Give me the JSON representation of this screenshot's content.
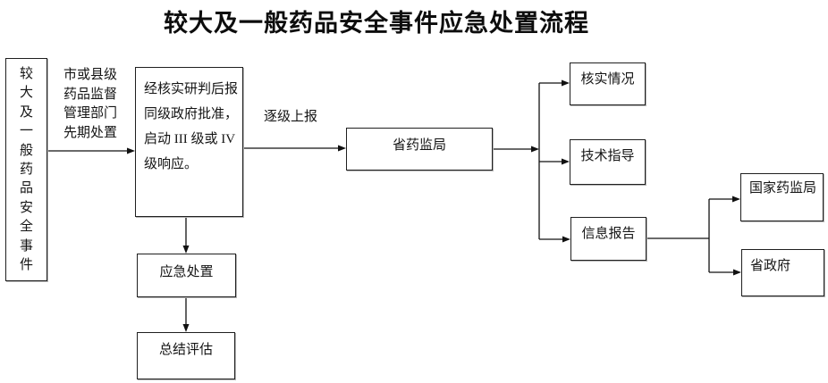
{
  "title": "较大及一般药品安全事件应急处置流程",
  "nodes": {
    "event": {
      "label": "较大及一般药品安全事件"
    },
    "approval": {
      "label": "经核实研判后报\n同级政府批准，\n启动 III 级或 IV\n级响应。"
    },
    "provincial_bureau": {
      "label": "省药监局"
    },
    "verify": {
      "label": "核实情况"
    },
    "guidance": {
      "label": "技术指导"
    },
    "report": {
      "label": "信息报告"
    },
    "national_bureau": {
      "label": "国家药监局"
    },
    "provincial_gov": {
      "label": "省政府"
    },
    "emergency": {
      "label": "应急处置"
    },
    "summary": {
      "label": "总结评估"
    }
  },
  "edge_labels": {
    "initial_disposal": "市或县级\n药品监督\n管理部门\n先期处置",
    "level_report": "逐级上报"
  },
  "colors": {
    "background": "#ffffff",
    "line": "#111111",
    "text": "#141414"
  }
}
